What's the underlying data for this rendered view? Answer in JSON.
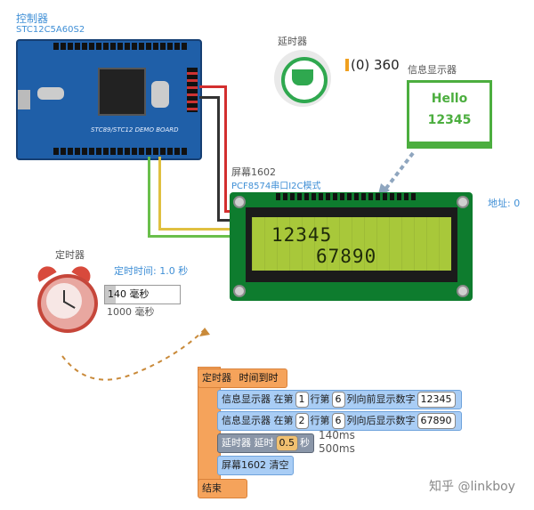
{
  "controller": {
    "label": "控制器",
    "model": "STC12C5A60S2",
    "board_text": "STC89/STC12 DEMO BOARD"
  },
  "delay": {
    "label": "延时器",
    "state": "(0) 360"
  },
  "info_display": {
    "label": "信息显示器",
    "line1": "Hello",
    "line2": "12345"
  },
  "screen": {
    "label": "屏幕1602",
    "subtitle": "PCF8574串口I2C模式",
    "address": "地址: 0",
    "line1": "12345",
    "line2": "67890"
  },
  "timer": {
    "label": "定时器",
    "interval": "定时时间: 1.0 秒",
    "current": "140 毫秒",
    "total": "1000 毫秒",
    "progress": 0.14
  },
  "blocks": {
    "event": {
      "part1": "定时器",
      "part2": "时间到时"
    },
    "row1": {
      "device": "信息显示器",
      "at": "在第",
      "line": "1",
      "row_word": "行第",
      "col": "6",
      "action": "列向前显示数字",
      "value": "12345"
    },
    "row2": {
      "device": "信息显示器",
      "at": "在第",
      "line": "2",
      "row_word": "行第",
      "col": "6",
      "action": "列向后显示数字",
      "value": "67890"
    },
    "delay_block": {
      "device": "延时器",
      "verb": "延时",
      "value": "0.5",
      "unit": "秒",
      "elapsed": "140ms",
      "total": "500ms"
    },
    "clear": {
      "device": "屏幕1602",
      "action": "清空"
    },
    "end": "结束"
  },
  "watermark": "知乎 @linkboy",
  "colors": {
    "accent_blue": "#3f8fd6",
    "lcd_green": "#a8c83a",
    "pcb_green": "#0e7c2e",
    "block_orange": "#f5a35b",
    "block_blue": "#a9cdf5"
  }
}
